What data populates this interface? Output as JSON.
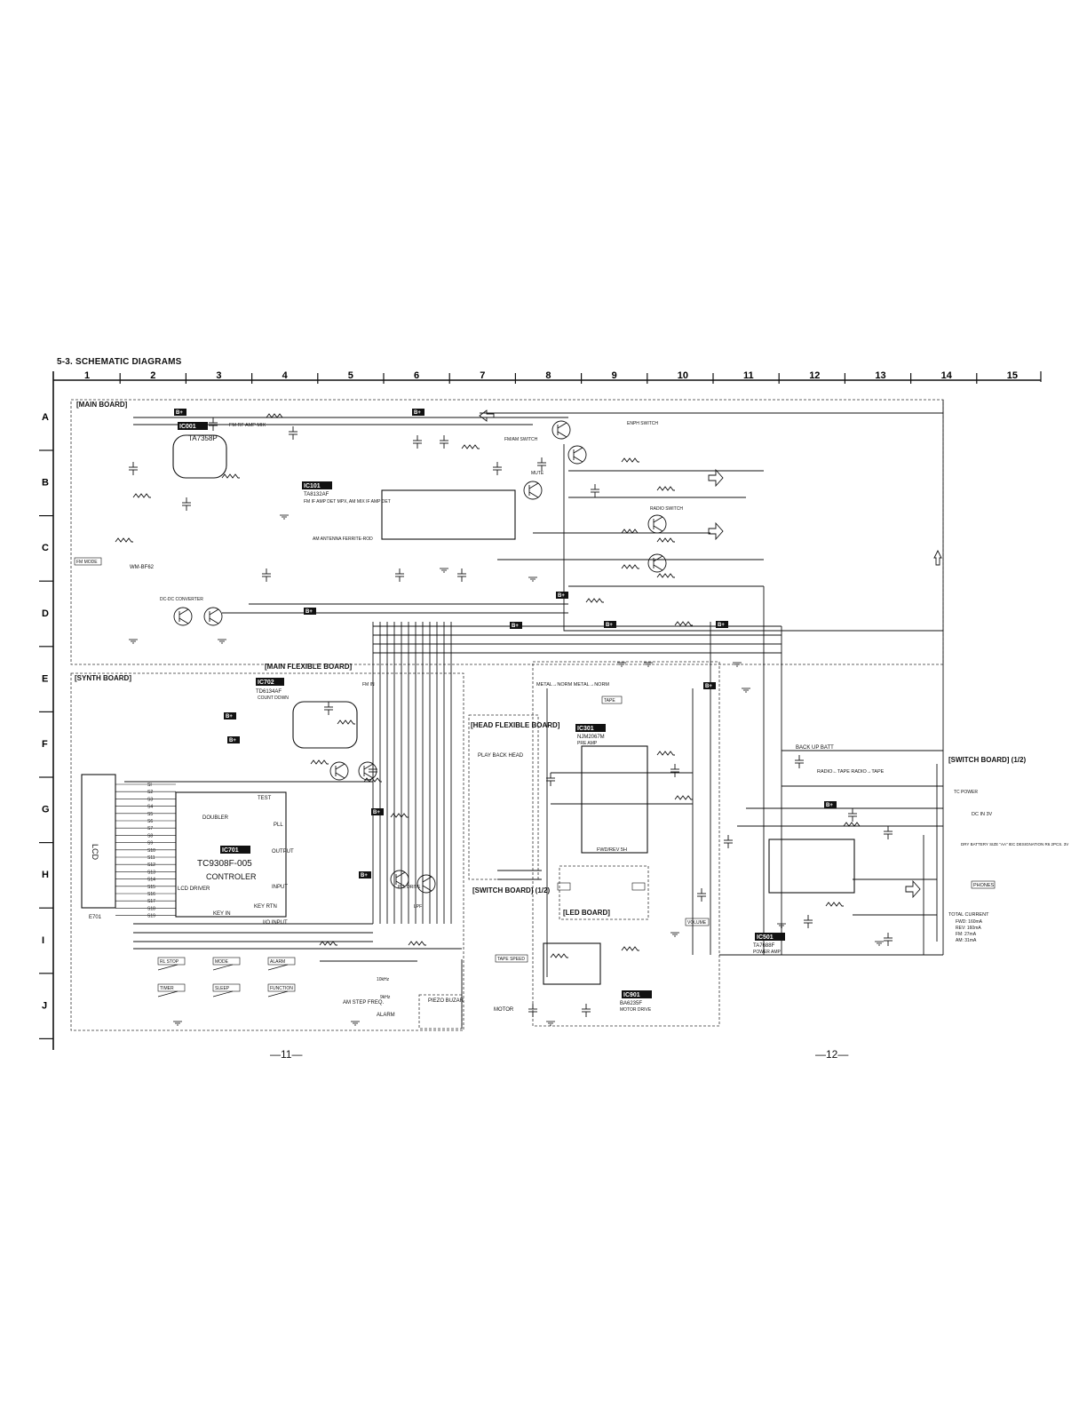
{
  "title": "5-3.  SCHEMATIC DIAGRAMS",
  "page_numbers": [
    "—11—",
    "—12—"
  ],
  "grid": {
    "columns": [
      "1",
      "2",
      "3",
      "4",
      "5",
      "6",
      "7",
      "8",
      "9",
      "10",
      "11",
      "12",
      "13",
      "14",
      "15"
    ],
    "rows": [
      "A",
      "B",
      "C",
      "D",
      "E",
      "F",
      "G",
      "H",
      "I",
      "J"
    ]
  },
  "boards": {
    "main": "[MAIN BOARD]",
    "synth": "[SYNTH BOARD]",
    "main_flex": "[MAIN FLEXIBLE BOARD]",
    "head_flex": "[HEAD FLEXIBLE BOARD]",
    "switch_1": "[SWITCH BOARD] (1/2)",
    "switch_2": "[SWITCH BOARD] (1/2)",
    "led": "[LED BOARD]"
  },
  "ics": {
    "ic001": {
      "ref": "IC001",
      "part": "TA7358P",
      "func": "FM RF AMP MIX"
    },
    "ic101": {
      "ref": "IC101",
      "part": "TA8132AF",
      "func": "FM IF AMP DET MPX, AM MIX IF AMP DET"
    },
    "ic701": {
      "ref": "IC701",
      "part": "TC9308F-005",
      "func": "CONTROLER"
    },
    "ic702": {
      "ref": "IC702",
      "part": "TD6134AF",
      "func": "COUNT DOWN"
    },
    "ic301": {
      "ref": "IC301",
      "part": "NJM2067M",
      "func": "PRE AMP"
    },
    "ic501": {
      "ref": "IC501",
      "part": "TA7688F",
      "func": "POWER AMP"
    },
    "ic901": {
      "ref": "IC901",
      "part": "BA6235F",
      "func": "MOTOR DRIVE"
    }
  },
  "labels": {
    "b_plus": "B+",
    "lcd": "LCD",
    "lcd_ref": "E701",
    "doubler": "DOUBLER",
    "lcd_driver": "LCD DRIVER",
    "key_in": "KEY IN",
    "key_rtn": "KEY RTN",
    "pll": "PLL",
    "output": "OUTPUT",
    "input": "INPUT",
    "io_input": "I/O INPUT",
    "test": "TEST",
    "play_back_head": "PLAY BACK HEAD",
    "back_up_batt": "BACK UP BATT",
    "dc_in": "DC IN 3V",
    "phones": "PHONES",
    "dry_battery": "DRY BATTERY SIZE \"AA\" IEC DESIGNATION R6 2PCS. 3V",
    "total_current": "TOTAL CURRENT",
    "current_values": [
      "FWD: 160mA",
      "REV: 160mA",
      "FM: 27mA",
      "AM: 31mA"
    ],
    "tc_power": "TC POWER",
    "am_step_freq": "AM STEP FREQ.",
    "piezo_buzar": "PIEZO BUZAR",
    "alarm": "ALARM",
    "motor": "MOTOR",
    "tape_speed": "TAPE SPEED",
    "volume": "VOLUME",
    "radio_tape": "RADIO←TAPE  RADIO→TAPE",
    "metal_norm": "METAL→NORM  METAL→NORM",
    "tape": "TAPE",
    "fwd_rev": "FWD/REV 5H",
    "am_antenna": "AM ANTENNA FERRITE-ROD",
    "dc_dc": "DC-DC CONVERTER",
    "radio_switch": "RADIO SWITCH",
    "mute": "MUTE",
    "fm_am_switch": "FM/AM SWITCH",
    "enph_switch": "ENPH SWITCH",
    "khz9": "9kHz",
    "khz10": "10kHz",
    "pll_drive": "PLL DRIVE",
    "lpf": "LPF",
    "fm_mode": "FM MODE",
    "wm_bf62": "WM-BF62",
    "fm_in": "FM IN"
  },
  "keys": [
    "RL STOP",
    "MODE",
    "ALARM",
    "TIMER",
    "SLEEP",
    "FUNCTION"
  ],
  "pins": [
    "SI",
    "S2",
    "S3",
    "S4",
    "S5",
    "S6",
    "S7",
    "S8",
    "S9",
    "S10",
    "S11",
    "S12",
    "S13",
    "S14",
    "S15",
    "S16",
    "S17",
    "S18",
    "S19"
  ]
}
